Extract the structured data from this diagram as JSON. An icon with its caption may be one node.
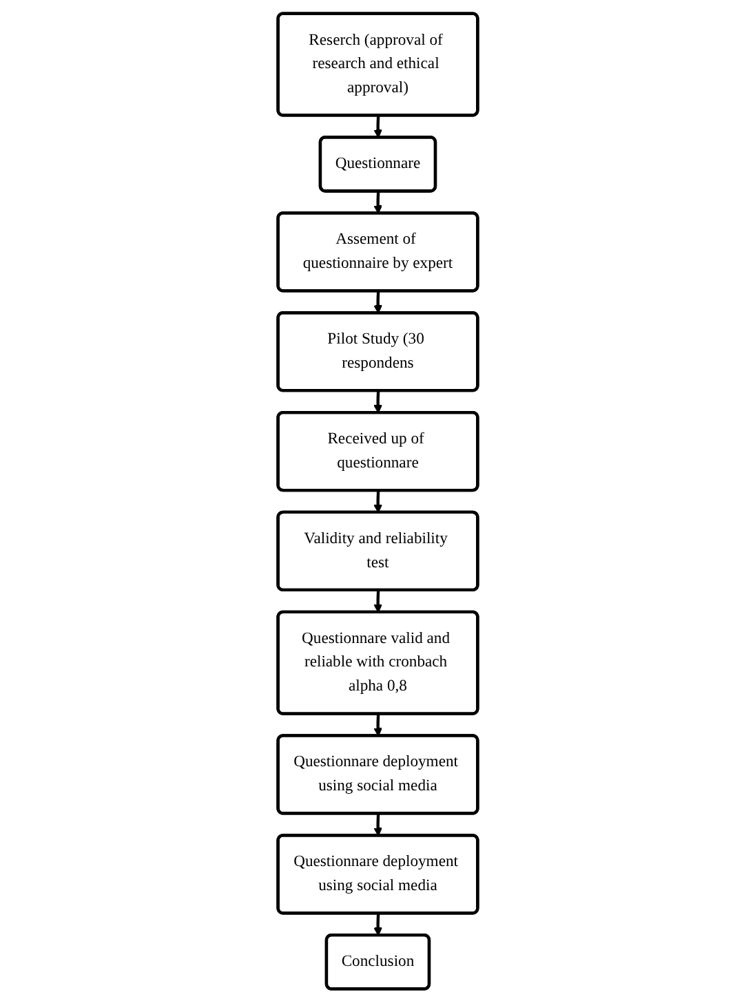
{
  "diagram": {
    "nodes": [
      {
        "text": [
          "Reserch (approval of research and ethical approval)"
        ]
      },
      {
        "text": [
          "Questionnare"
        ]
      },
      {
        "text": [
          "Assement of questionnaire by expert"
        ]
      },
      {
        "text": [
          "Pilot Study (30 respondens"
        ]
      },
      {
        "text": [
          "Received up of questionnare"
        ]
      },
      {
        "text": [
          "Validity and reliability test"
        ]
      },
      {
        "text": [
          "Questionnare valid and reliable with cronbach alpha 0,8"
        ]
      },
      {
        "text": [
          "Questionnare deployment using social media"
        ]
      },
      {
        "text": [
          "Questionnare deployment using social media"
        ]
      },
      {
        "text": [
          "Conclusion"
        ]
      }
    ],
    "edges": [
      {
        "from": 0,
        "to": 1,
        "arrow": "to"
      },
      {
        "from": 1,
        "to": 2,
        "arrow": "to"
      },
      {
        "from": 2,
        "to": 3,
        "arrow": "to"
      },
      {
        "from": 3,
        "to": 4,
        "arrow": "to"
      },
      {
        "from": 4,
        "to": 5,
        "arrow": "to"
      },
      {
        "from": 5,
        "to": 6,
        "arrow": "to"
      },
      {
        "from": 6,
        "to": 7,
        "arrow": "to"
      },
      {
        "from": 7,
        "to": 8,
        "arrow": "to"
      },
      {
        "from": 8,
        "to": 9,
        "arrow": "to"
      }
    ]
  }
}
